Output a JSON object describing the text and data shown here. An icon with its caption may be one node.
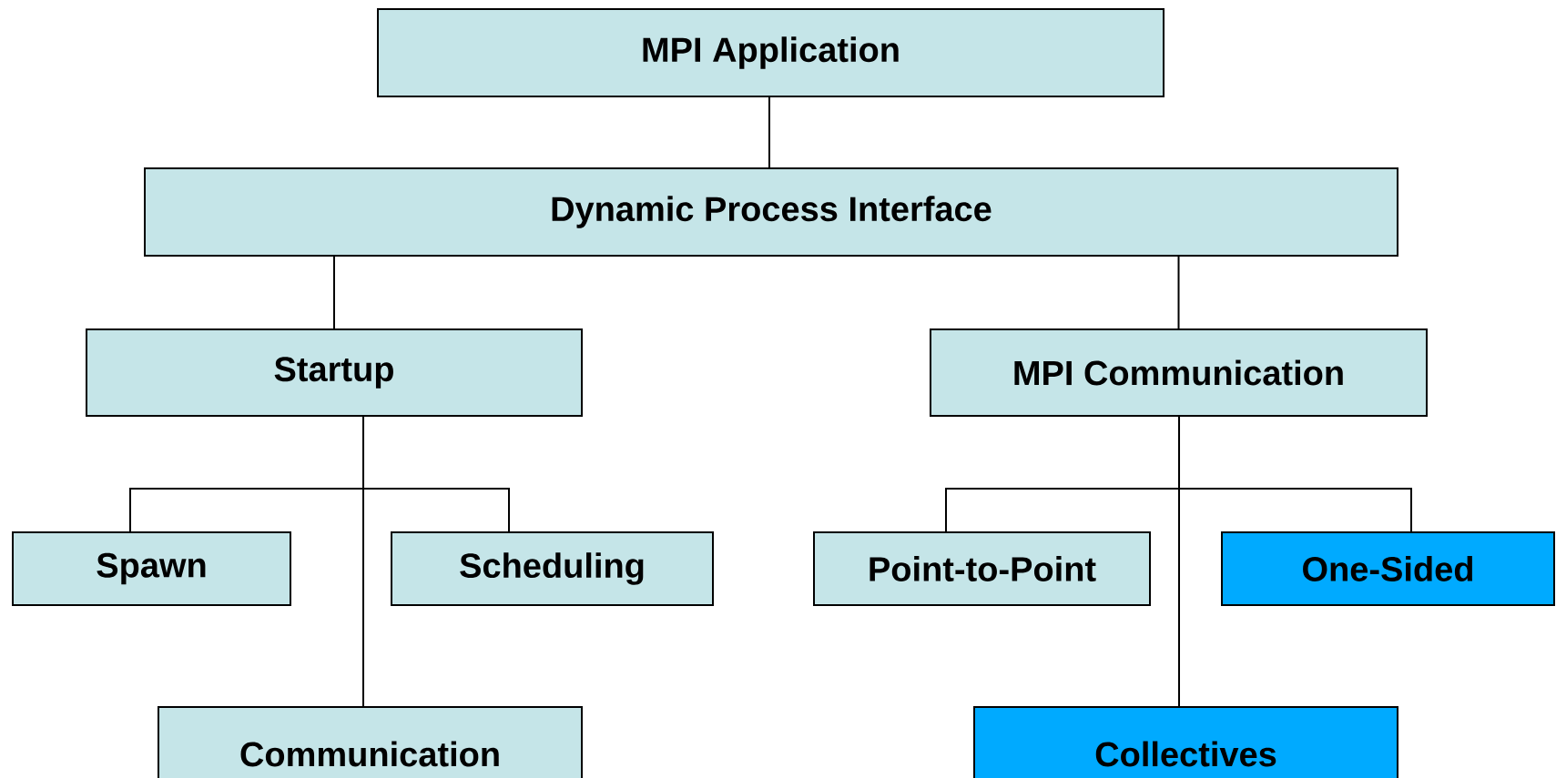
{
  "diagram": {
    "nodes": [
      {
        "text": [
          "MPI Application"
        ]
      },
      {
        "text": [
          "Dynamic Process Interface"
        ]
      },
      {
        "text": [
          "Startup"
        ]
      },
      {
        "text": [
          "MPI Communication"
        ]
      },
      {
        "text": [
          "Spawn"
        ]
      },
      {
        "text": [
          "Scheduling"
        ]
      },
      {
        "text": [
          "Point-to-Point"
        ]
      },
      {
        "text": [
          "One-Sided"
        ]
      },
      {
        "text": [
          "Communication"
        ]
      },
      {
        "text": [
          "Collectives"
        ]
      }
    ],
    "edges": [
      {
        "from": 0,
        "to": 1,
        "arrow": "none"
      },
      {
        "from": 1,
        "to": 2,
        "arrow": "none"
      },
      {
        "from": 1,
        "to": 3,
        "arrow": "none"
      },
      {
        "from": 2,
        "to": 4,
        "arrow": "none"
      },
      {
        "from": 2,
        "to": 5,
        "arrow": "none"
      },
      {
        "from": 2,
        "to": 8,
        "arrow": "none"
      },
      {
        "from": 3,
        "to": 6,
        "arrow": "none"
      },
      {
        "from": 3,
        "to": 7,
        "arrow": "none"
      },
      {
        "from": 3,
        "to": 9,
        "arrow": "none"
      }
    ]
  }
}
